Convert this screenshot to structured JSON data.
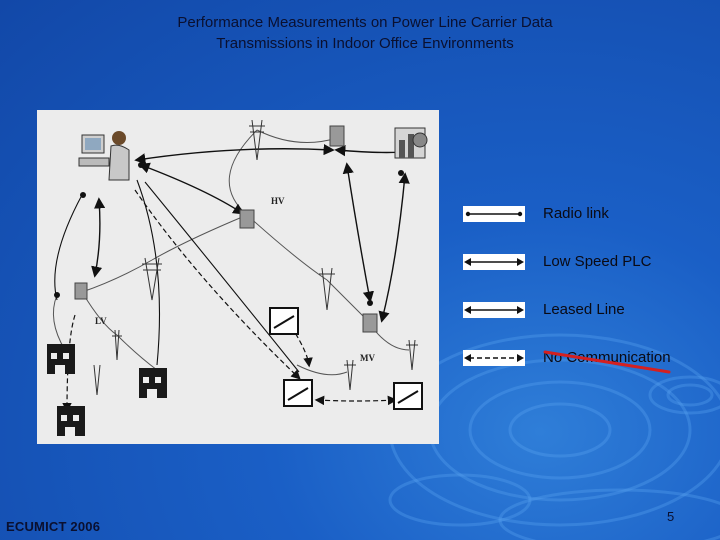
{
  "slide": {
    "title_line1": "Performance Measurements on Power Line Carrier Data",
    "title_line2": "Transmissions in Indoor Office Environments",
    "footer": "ECUMICT 2006",
    "page_number": "5",
    "background_color": "#1a5fc6"
  },
  "diagram": {
    "labels": {
      "hv": "HV",
      "lv": "LV",
      "mv": "MV"
    }
  },
  "legend": [
    {
      "label": "Radio link",
      "style": "solid-arrow"
    },
    {
      "label": "Low Speed PLC",
      "style": "solid-arrow"
    },
    {
      "label": "Leased Line",
      "style": "solid-arrow"
    },
    {
      "label": "No Communication",
      "style": "dashed-arrow",
      "struck_through": true,
      "strike_color": "#d42020"
    }
  ]
}
